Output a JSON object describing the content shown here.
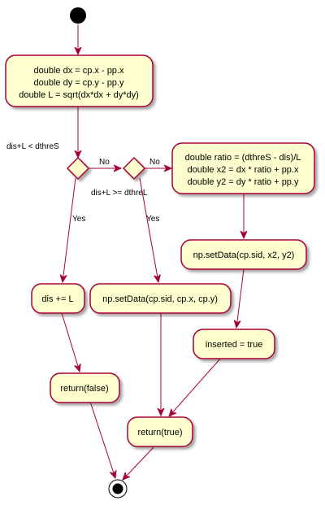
{
  "colors": {
    "box_fill": "#FEFECE",
    "box_border": "#A80036",
    "edge": "#A80036",
    "node": "#000000"
  },
  "nodes": {
    "compute_lines": [
      "double dx = cp.x - pp.x",
      "double dy = cp.y - pp.y",
      "double L = sqrt(dx*dx + dy*dy)"
    ],
    "ratio_lines": [
      "double ratio = (dthreS - dis)/L",
      "double x2 = dx * ratio + pp.x",
      "double y2 = dy * ratio + pp.y"
    ],
    "set_data_x2": "np.setData(cp.sid, x2, y2)",
    "add_dis": "dis += L",
    "set_data_cp": "np.setData(cp.sid, cp.x, cp.y)",
    "inserted": "inserted = true",
    "return_false": "return(false)",
    "return_true": "return(true)"
  },
  "decisions": {
    "first_condition": "dis+L < dthreS",
    "second_condition": "dis+L >= dthreL"
  },
  "edge_labels": {
    "first_no": "No",
    "first_yes": "Yes",
    "second_no": "No",
    "second_yes": "Yes"
  }
}
